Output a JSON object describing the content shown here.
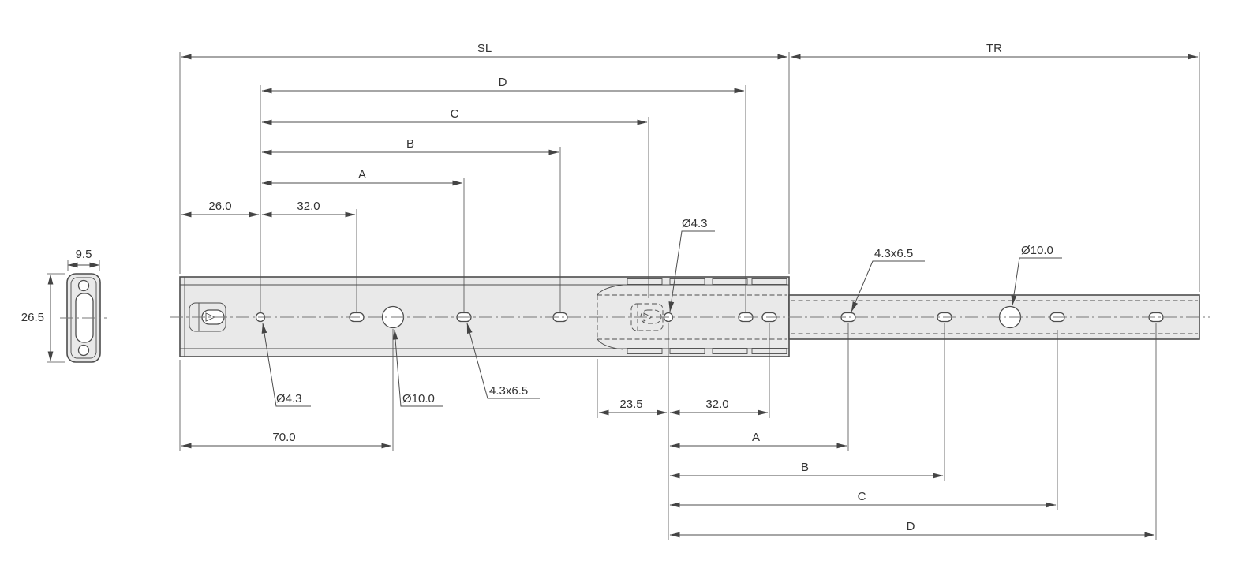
{
  "drawing": {
    "colors": {
      "line": "#4d4d4d",
      "rail_fill": "#e9e9e9",
      "text": "#333333",
      "background": "#ffffff"
    },
    "cross_section": {
      "width": "9.5",
      "height": "26.5"
    },
    "top_dims": {
      "sl": "SL",
      "tr": "TR",
      "d": "D",
      "c": "C",
      "b": "B",
      "a": "A",
      "end_offset": "26.0",
      "hole_pitch": "32.0"
    },
    "mid_callout": {
      "small_hole": "Ø4.3"
    },
    "tr_callouts": {
      "slot": "4.3x6.5",
      "large_hole": "Ø10.0"
    },
    "sl_callouts": {
      "small_hole": "Ø4.3",
      "large_hole": "Ø10.0",
      "slot": "4.3x6.5"
    },
    "bottom_dims": {
      "first_hole": "70.0",
      "tr_end_offset": "23.5",
      "tr_hole_pitch": "32.0",
      "a": "A",
      "b": "B",
      "c": "C",
      "d": "D"
    }
  }
}
